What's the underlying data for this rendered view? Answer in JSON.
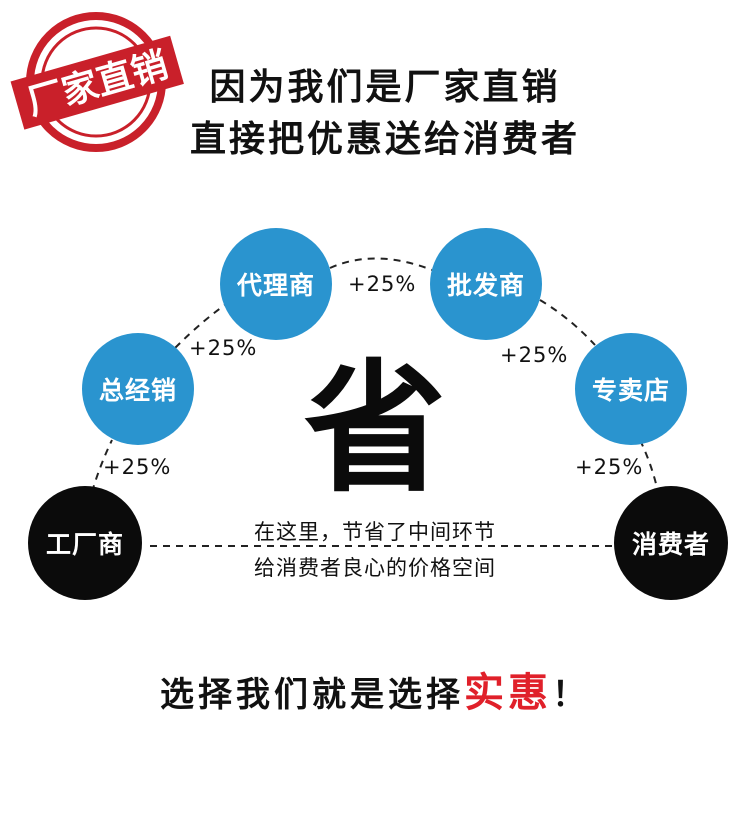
{
  "stamp": {
    "text": "厂家直销",
    "color": "#c9202a"
  },
  "headline": {
    "line1": "因为我们是厂家直销",
    "line2": "直接把优惠送给消费者"
  },
  "nodes": {
    "factory": "工厂商",
    "distributor": "总经销",
    "agent": "代理商",
    "wholesaler": "批发商",
    "retailer": "专卖店",
    "consumer": "消费者"
  },
  "markup": {
    "p1": "+25%",
    "p2": "+25%",
    "p3": "+25%",
    "p4": "+25%",
    "p5": "+25%"
  },
  "center": {
    "big_char": "省",
    "note_line1": "在这里，节省了中间环节",
    "note_line2": "给消费者良心的价格空间"
  },
  "slogan": {
    "main": "选择我们就是选择",
    "accent": "实惠",
    "end": "！"
  },
  "colors": {
    "blue_node": "#2a94cf",
    "black_node": "#0b0b0b",
    "accent_red": "#e0202a"
  }
}
